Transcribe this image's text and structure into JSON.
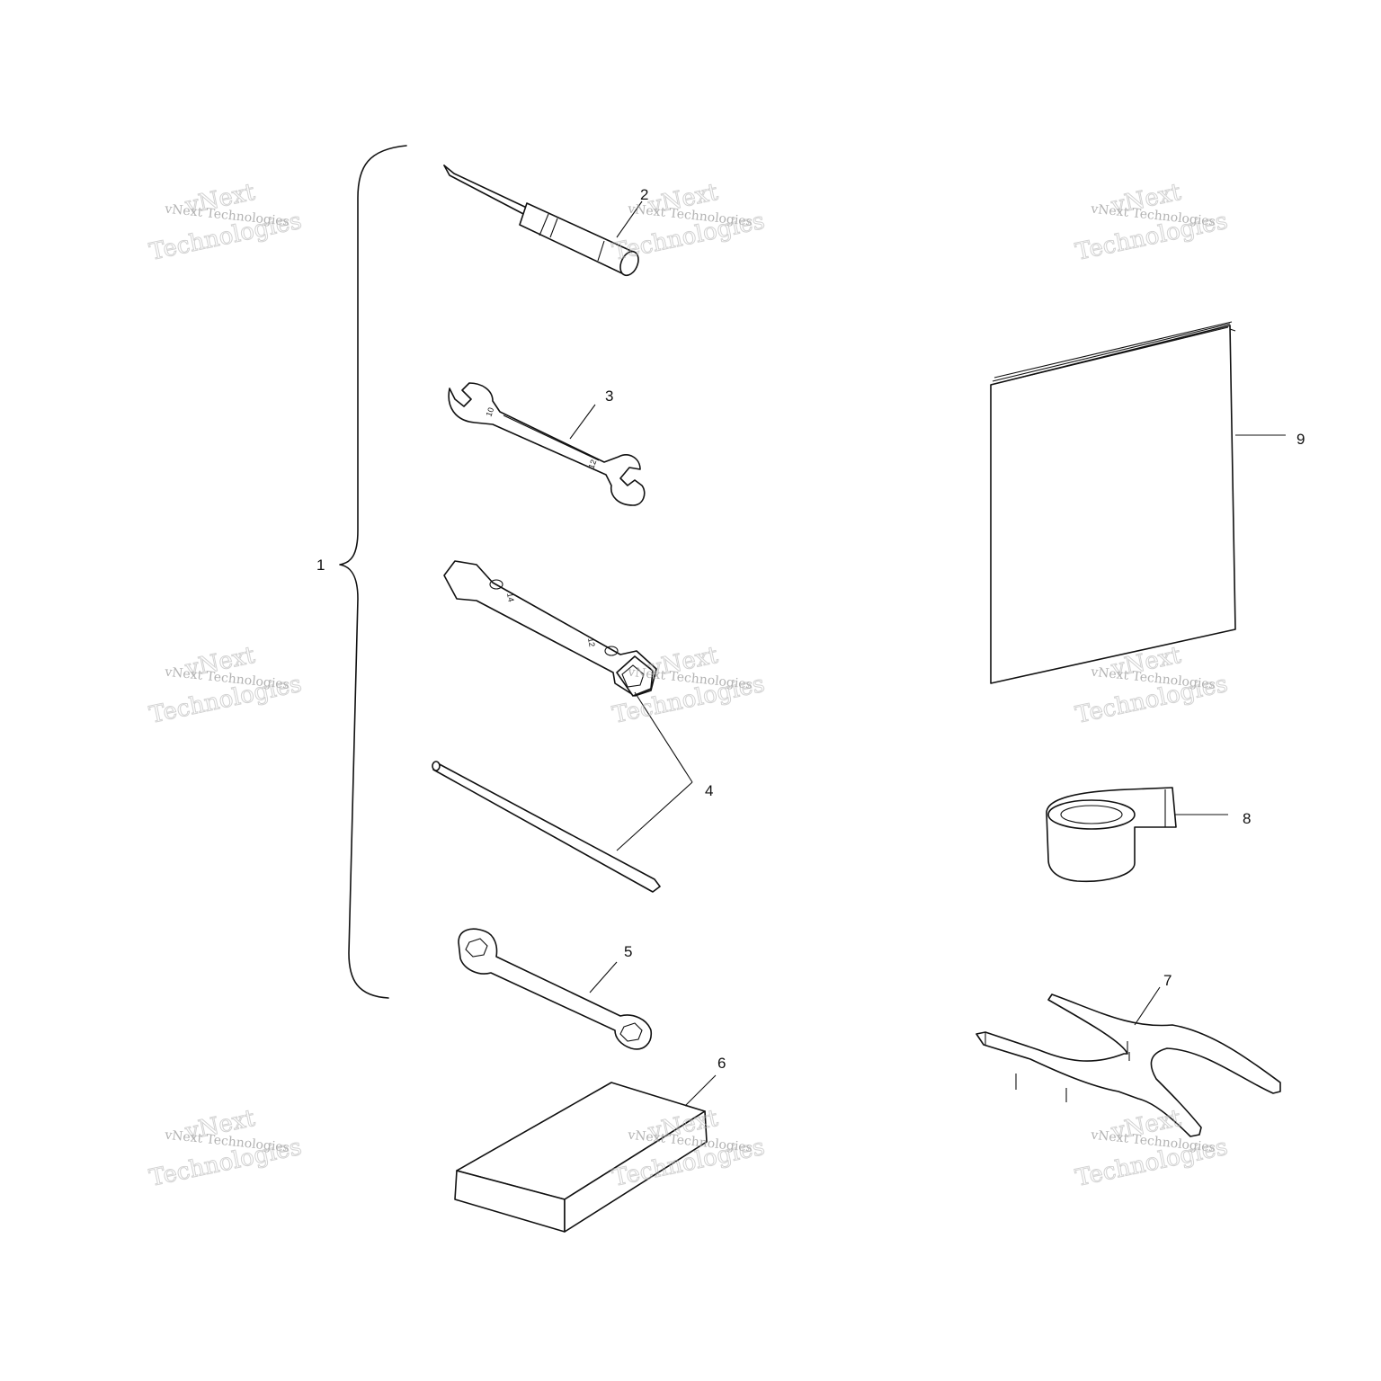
{
  "callouts": {
    "c1": "1",
    "c2": "2",
    "c3": "3",
    "c4": "4",
    "c5": "5",
    "c6": "6",
    "c7": "7",
    "c8": "8",
    "c9": "9"
  },
  "watermark": {
    "small": "vNext Technologies",
    "large_top": "vNext",
    "large_bottom": "Technologies"
  },
  "tool_markings": {
    "wrench_small_end": "10",
    "wrench_large_end": "12",
    "socket_end_a": "14",
    "socket_end_b": "12"
  }
}
